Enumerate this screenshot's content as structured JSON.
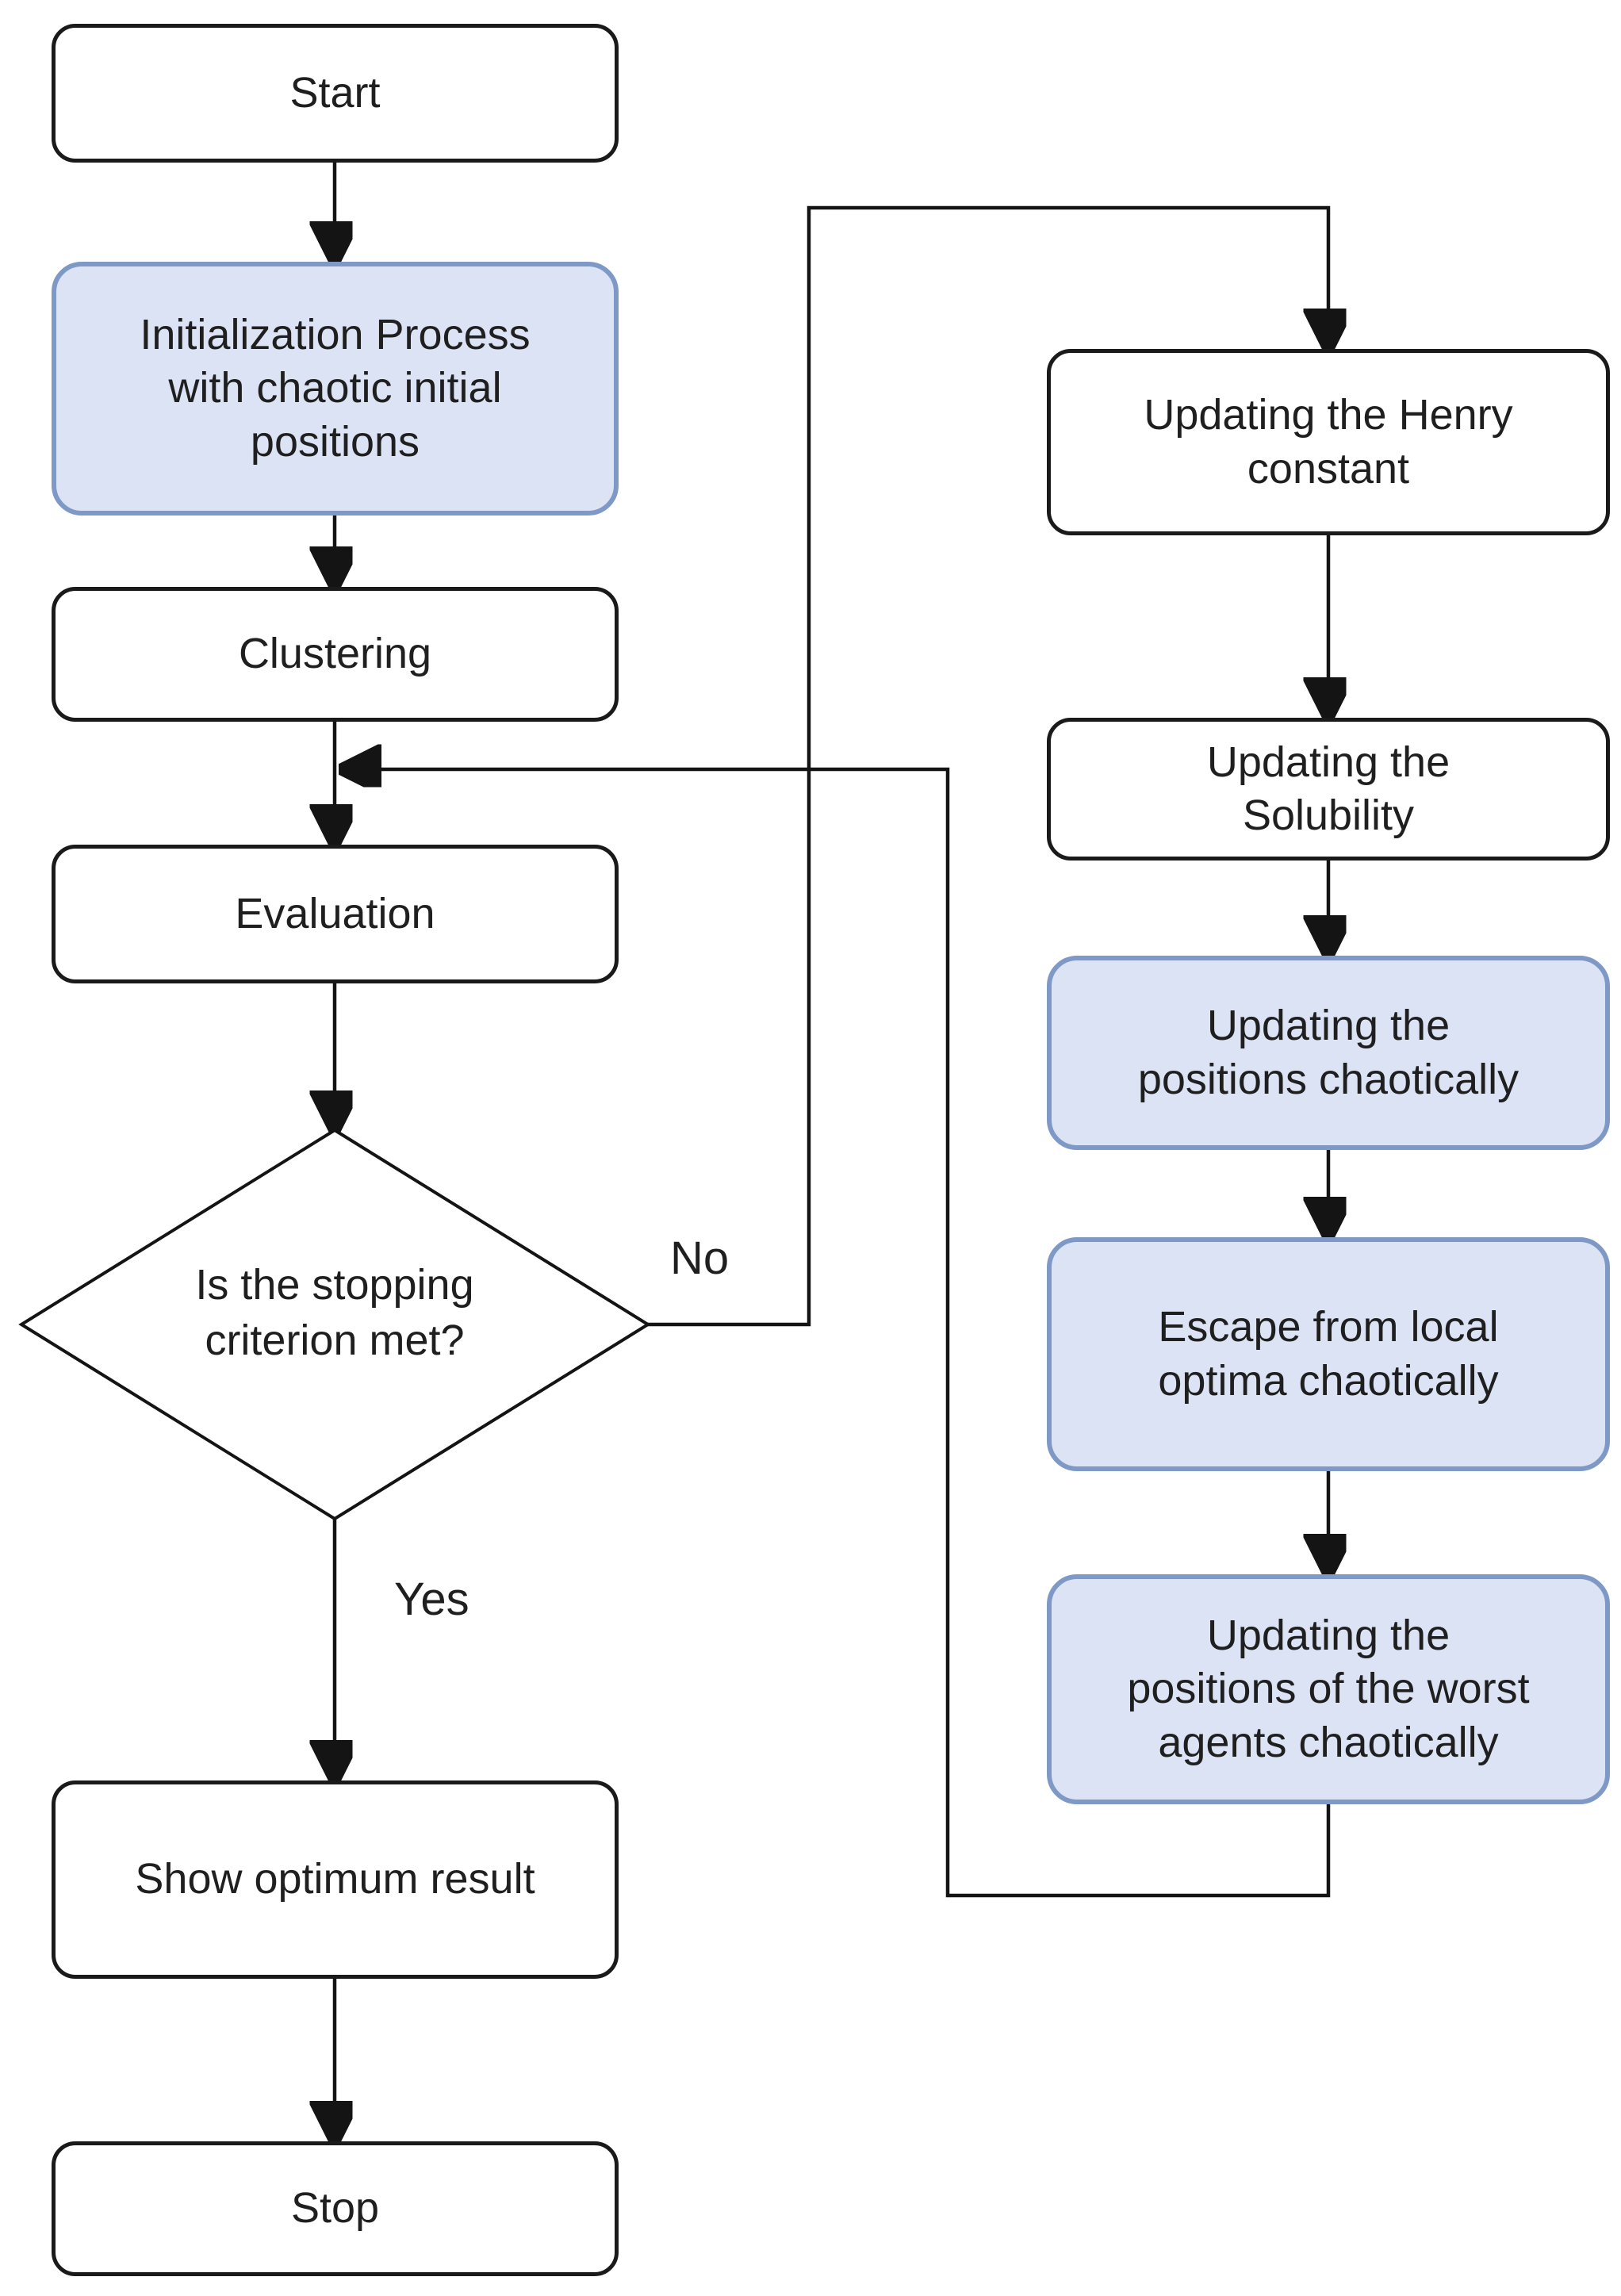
{
  "nodes": {
    "start": {
      "label": "Start"
    },
    "initialization": {
      "label": "Initialization Process\nwith chaotic initial\npositions"
    },
    "clustering": {
      "label": "Clustering"
    },
    "evaluation": {
      "label": "Evaluation"
    },
    "decision": {
      "label": "Is the stopping\ncriterion met?"
    },
    "show_result": {
      "label": "Show optimum result"
    },
    "stop": {
      "label": "Stop"
    },
    "update_henry": {
      "label": "Updating the Henry\nconstant"
    },
    "update_solubility": {
      "label": "Updating the\nSolubility"
    },
    "update_positions": {
      "label": "Updating the\npositions chaotically"
    },
    "escape_local_optima": {
      "label": "Escape from local\noptima chaotically"
    },
    "update_worst_agents": {
      "label": "Updating the\npositions of the worst\nagents chaotically"
    }
  },
  "edge_labels": {
    "yes": "Yes",
    "no": "No"
  },
  "colors": {
    "background": "#ffffff",
    "node_fill": "#ffffff",
    "node_stroke": "#1a1a1a",
    "highlight_fill": "#dbe3f5",
    "highlight_stroke": "#7e99c5",
    "connector": "#141414",
    "text": "#1f1f1f"
  }
}
